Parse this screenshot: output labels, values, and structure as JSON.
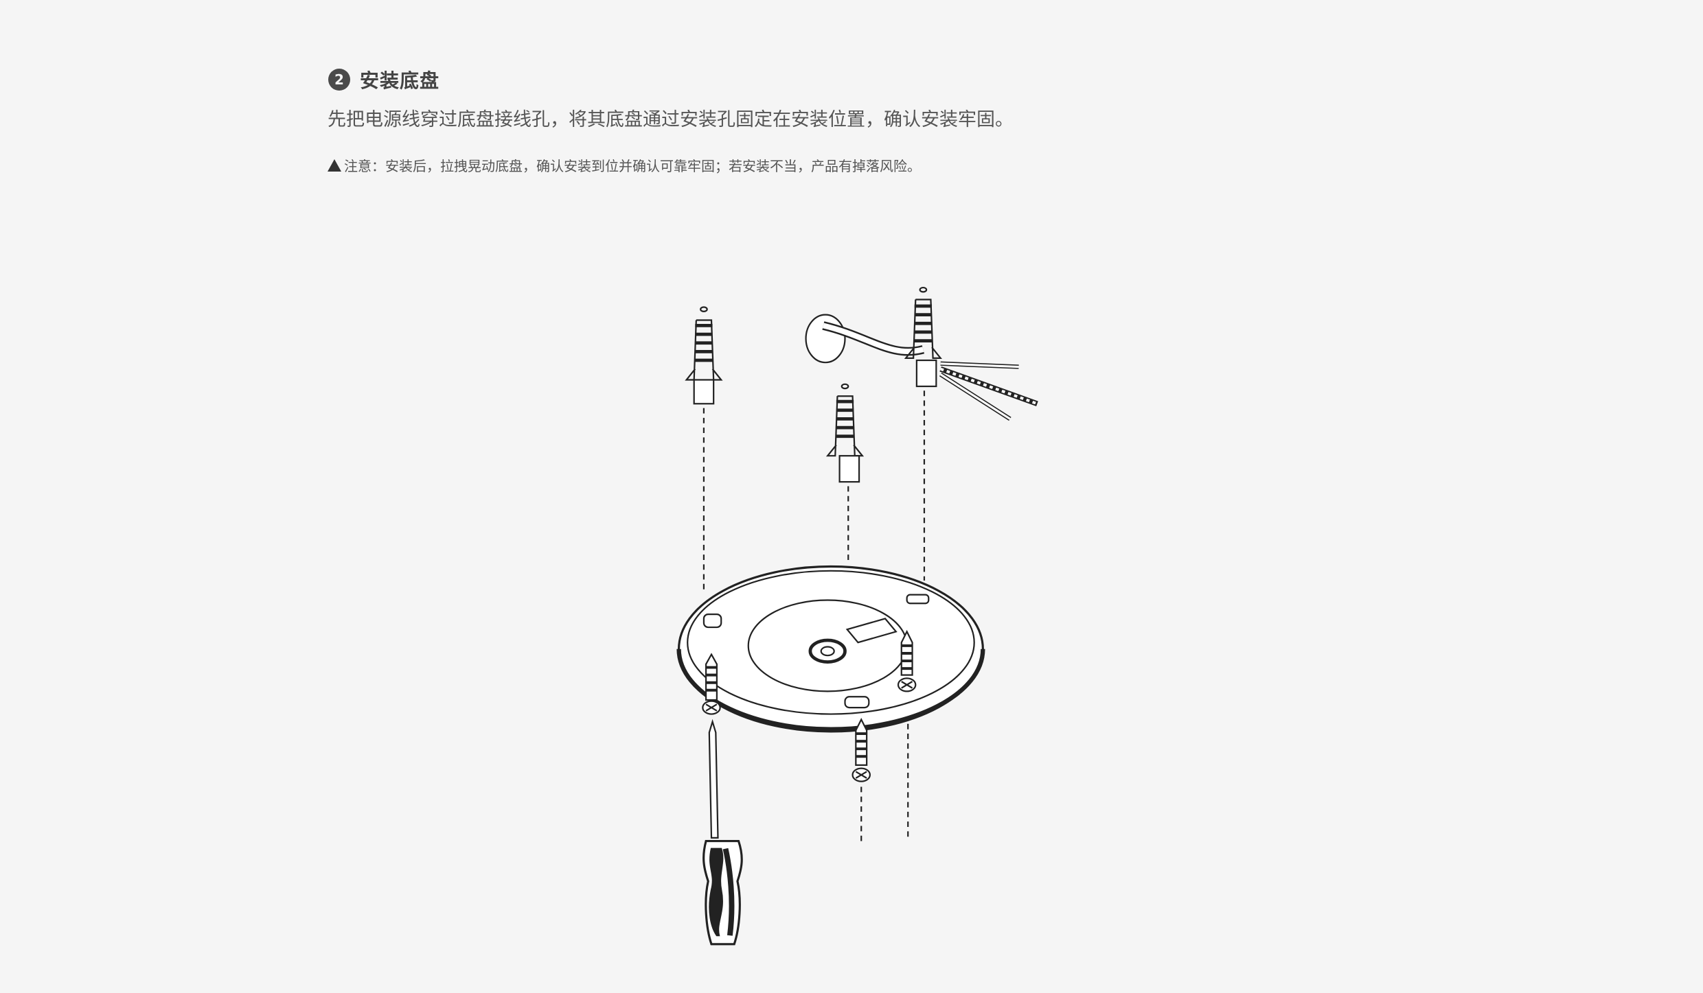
{
  "step": {
    "number": "2",
    "title": "安装底盘",
    "instruction": "先把电源线穿过底盘接线孔，将其底盘通过安装孔固定在安装位置，确认安装牢固。",
    "note": "注意：安装后，拉拽晃动底盘，确认安装到位并确认可靠牢固；若安装不当，产品有掉落风险。",
    "note_icon": "warning-triangle-icon"
  }
}
